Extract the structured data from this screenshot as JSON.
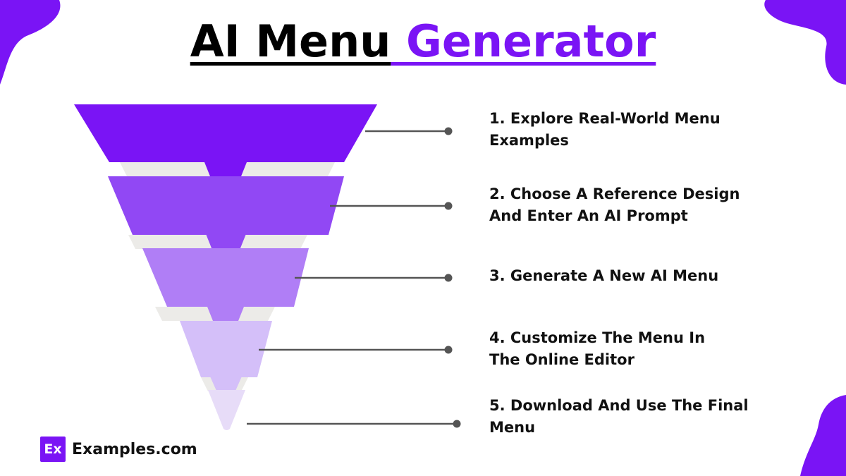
{
  "title": {
    "part1": "AI Menu",
    "part2": " Generator"
  },
  "colors": {
    "accent": "#7a14f5",
    "layers": [
      "#7a14f5",
      "#9148f4",
      "#b07ef6",
      "#d4bff9",
      "#e7dcf8"
    ],
    "connector": "#555555",
    "band": "#ecebe8"
  },
  "steps": [
    {
      "label": "1. Explore Real-World Menu\nExamples"
    },
    {
      "label": "2. Choose A Reference Design\nAnd Enter An AI Prompt"
    },
    {
      "label": "3. Generate A New AI Menu"
    },
    {
      "label": "4. Customize The Menu In\nThe Online Editor"
    },
    {
      "label": "5. Download And Use The Final\nMenu"
    }
  ],
  "brand": {
    "badge": "Ex",
    "name": "Examples.com"
  }
}
